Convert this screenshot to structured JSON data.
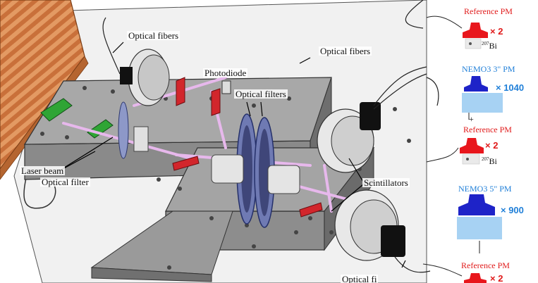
{
  "labels": {
    "optical_fibers_top": "Optical fibers",
    "optical_fibers_right": "Optical fibers",
    "optical_fibers_bottom": "Optical fi",
    "photodiode": "Photodiode",
    "optical_filters": "Optical filters",
    "laser_beam": "Laser beam",
    "optical_filter": "Optical filter",
    "scintillators": "Scintillators"
  },
  "pm_panel": {
    "ref_pm_1": {
      "label": "Reference PM",
      "count": "× 2",
      "source": "Bi",
      "isotope": "207"
    },
    "nemo_3in": {
      "label": "NEMO3 3\" PM",
      "count": "× 1040"
    },
    "plus": "+",
    "ref_pm_2": {
      "label": "Reference PM",
      "count": "× 2",
      "source": "Bi",
      "isotope": "207"
    },
    "nemo_5in": {
      "label": "NEMO3 5\" PM",
      "count": "× 900"
    },
    "ref_pm_3": {
      "label": "Reference PM",
      "count": "× 2"
    }
  },
  "colors": {
    "red_pm": "#e8161c",
    "blue_pm": "#1e23c8",
    "scintillator_block": "#a7d2f3",
    "led_green": "#2fa535",
    "wood": "#d6844e",
    "beam": "#e7b8ec",
    "filter_red": "#d2262c"
  }
}
